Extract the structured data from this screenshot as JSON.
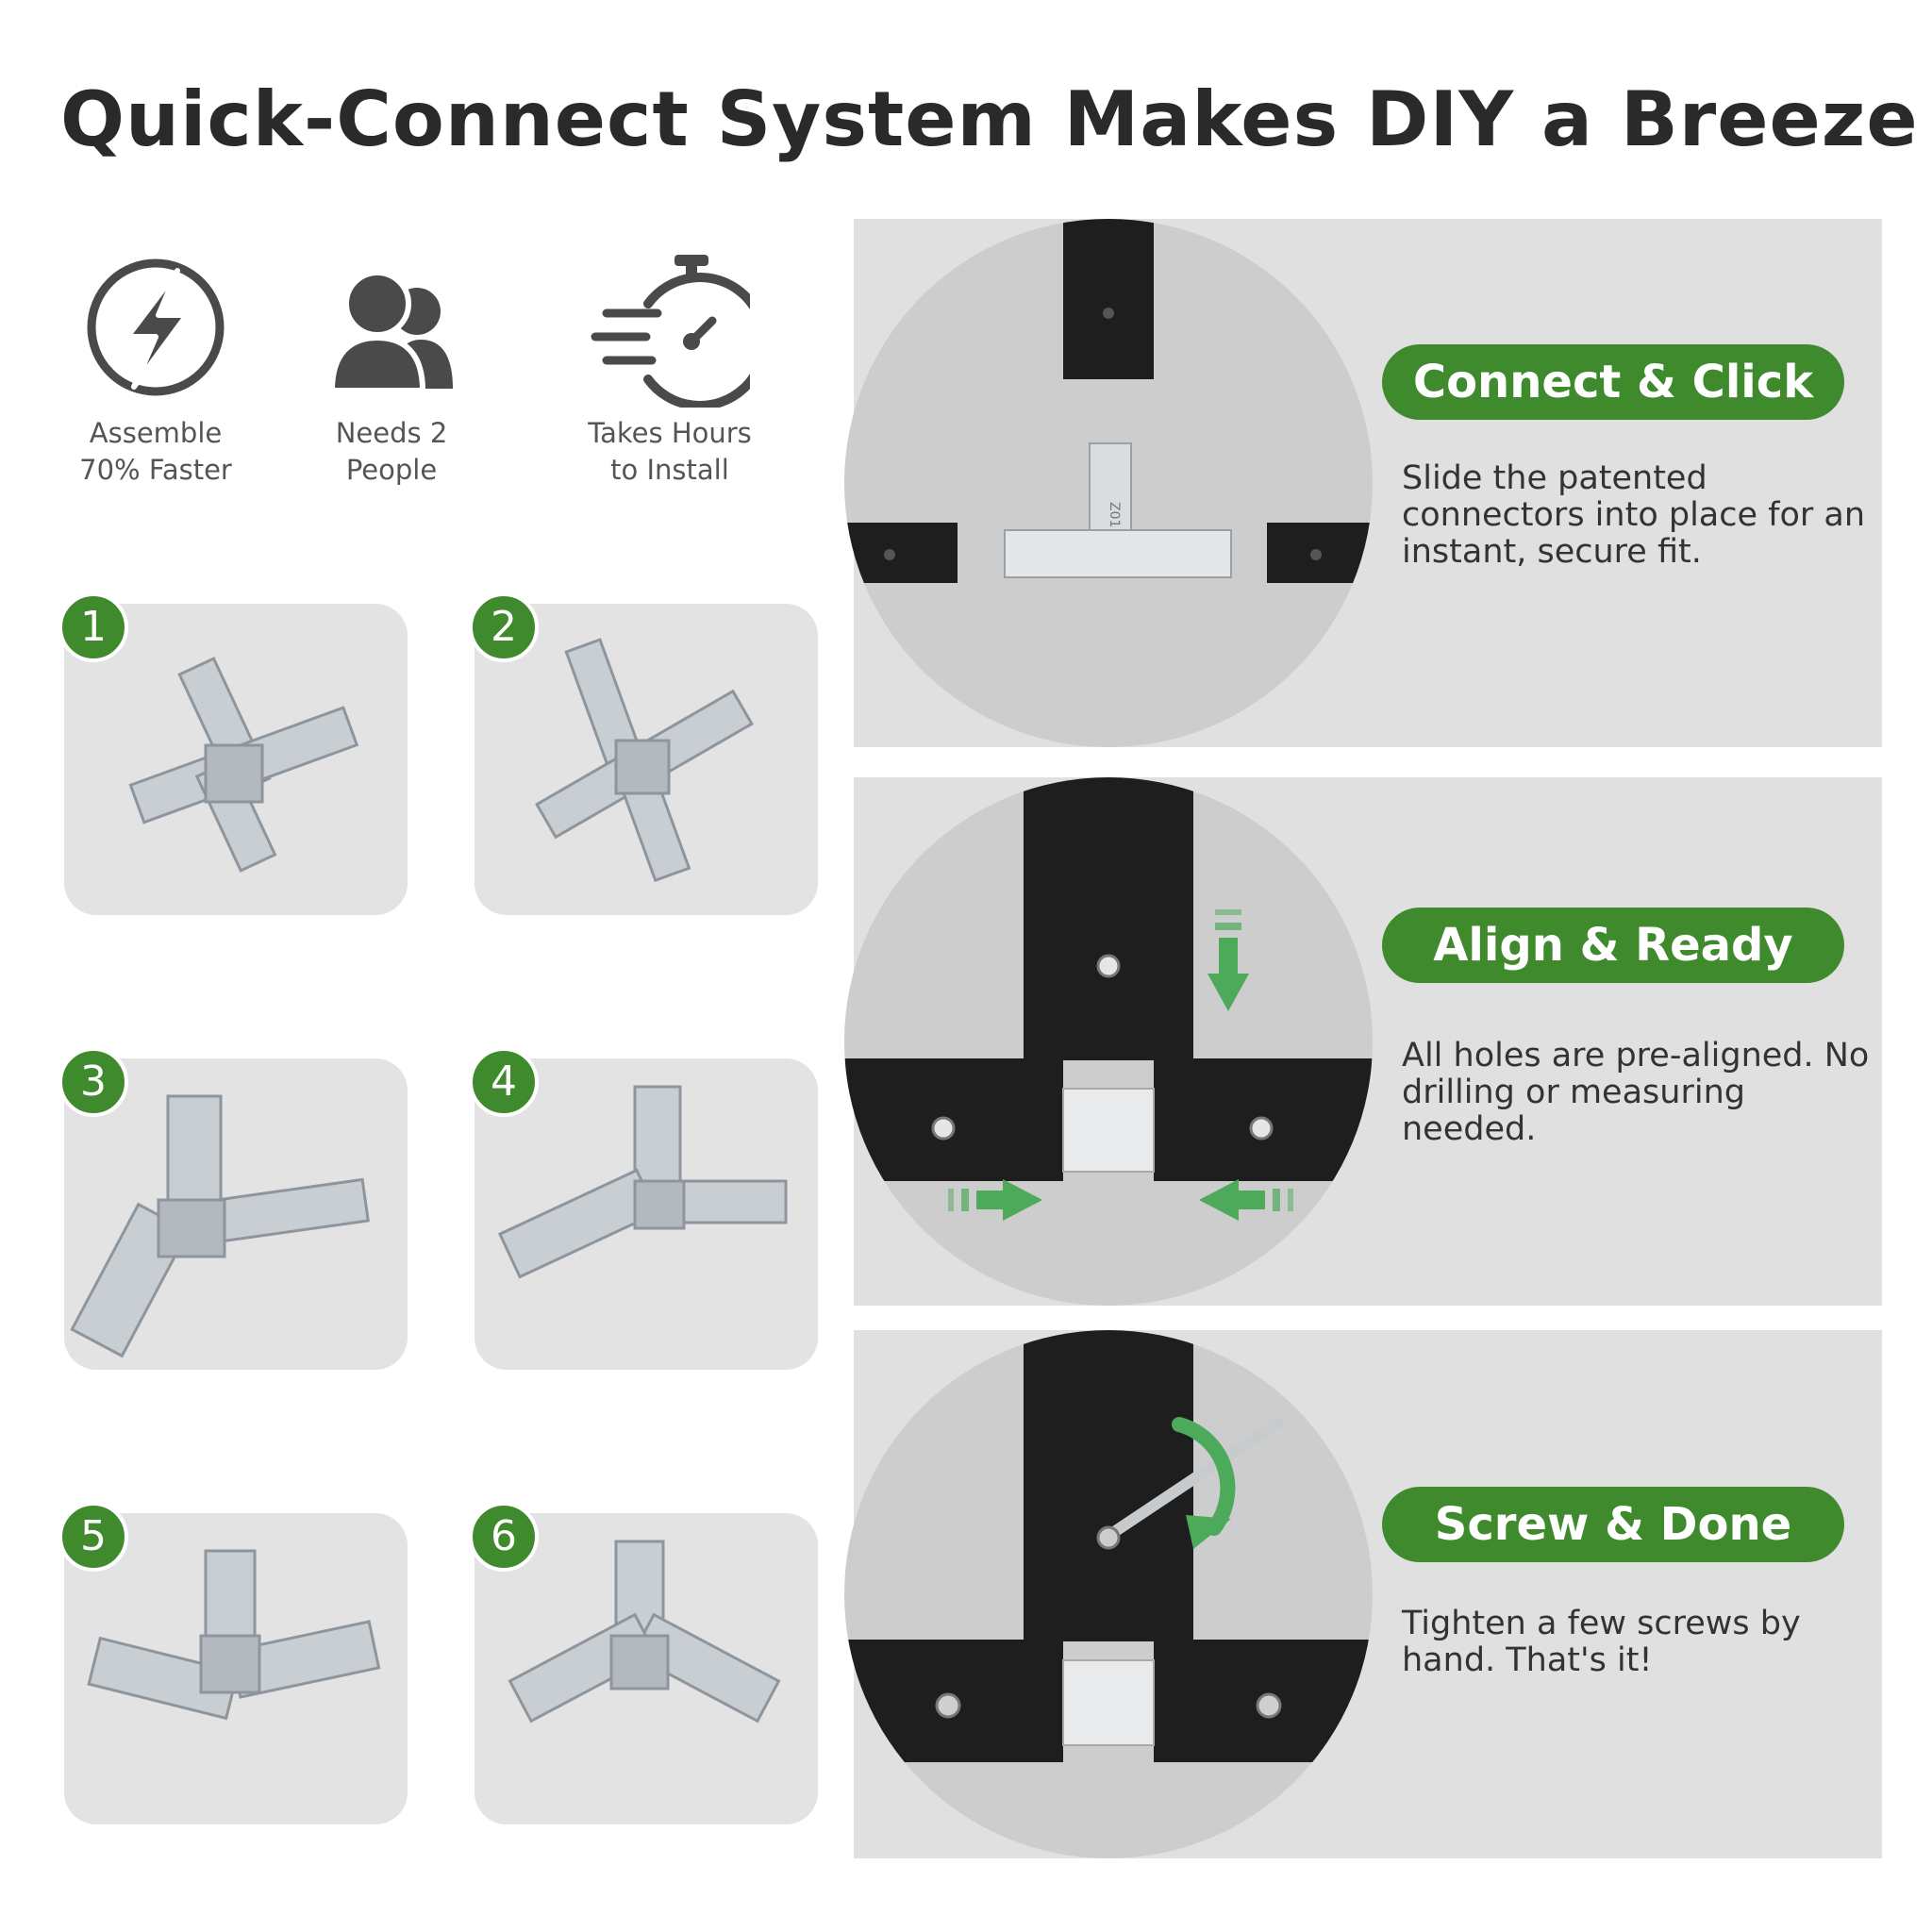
{
  "title": "Quick-Connect System Makes DIY a Breeze",
  "colors": {
    "accent_green": "#3f8a2c",
    "panel_grey": "#e0e0e0",
    "tile_grey": "#e3e3e3",
    "beam_black": "#1e1e1e",
    "aluminum": "#c9ced3"
  },
  "features": [
    {
      "icon": "lightning-bolt-icon",
      "line1": "Assemble",
      "line2": "70% Faster"
    },
    {
      "icon": "two-people-icon",
      "line1": "Needs 2",
      "line2": "People"
    },
    {
      "icon": "fast-stopwatch-icon",
      "line1": "Takes Hours",
      "line2": "to Install"
    }
  ],
  "steps": [
    {
      "number": "1"
    },
    {
      "number": "2"
    },
    {
      "number": "3"
    },
    {
      "number": "4"
    },
    {
      "number": "5"
    },
    {
      "number": "6"
    }
  ],
  "panels": [
    {
      "heading": "Connect & Click",
      "text": "Slide the patented connectors into place for an instant, secure fit.",
      "connector_mark": "Z01"
    },
    {
      "heading": "Align & Ready",
      "text": "All holes are pre-aligned. No drilling or measuring needed."
    },
    {
      "heading": "Screw & Done",
      "text": "Tighten a few screws by hand. That's it!"
    }
  ]
}
